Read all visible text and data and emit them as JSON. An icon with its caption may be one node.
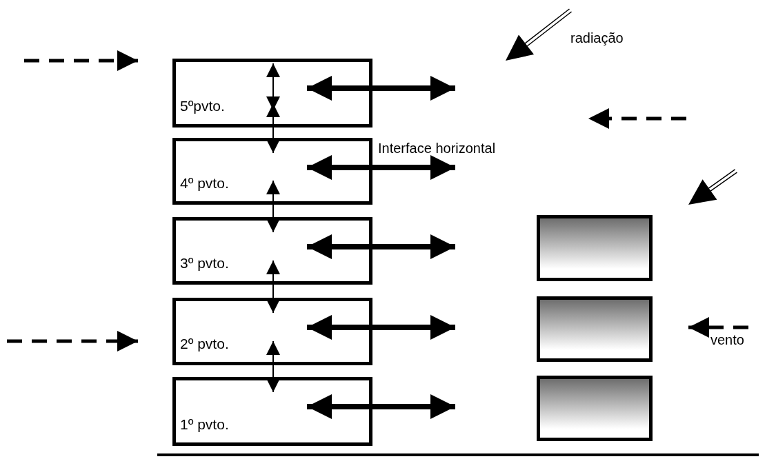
{
  "diagram": {
    "nodes": [
      {
        "text": [
          "5ºpvto."
        ]
      },
      {
        "text": [
          "4º pvto."
        ]
      },
      {
        "text": [
          "3º pvto."
        ]
      },
      {
        "text": [
          "2º pvto."
        ]
      },
      {
        "text": [
          "1º pvto."
        ]
      },
      {
        "text": [],
        "shape": "box"
      },
      {
        "text": [],
        "shape": "box"
      },
      {
        "text": [],
        "shape": "box"
      }
    ],
    "edges": [
      {
        "from": 0,
        "to": 1,
        "arrow": "both"
      },
      {
        "from": 1,
        "to": 2,
        "arrow": "both"
      },
      {
        "from": 2,
        "to": 3,
        "arrow": "both"
      },
      {
        "from": 3,
        "to": 4,
        "arrow": "both"
      },
      {
        "from": 0,
        "to": null,
        "arrow": "both"
      },
      {
        "from": 1,
        "to": null,
        "arrow": "both"
      },
      {
        "from": 2,
        "to": null,
        "arrow": "both"
      },
      {
        "from": 3,
        "to": null,
        "arrow": "both"
      },
      {
        "from": 4,
        "to": null,
        "arrow": "both"
      }
    ],
    "labels": [
      "radiação",
      "Interface horizontal",
      "vento"
    ]
  }
}
